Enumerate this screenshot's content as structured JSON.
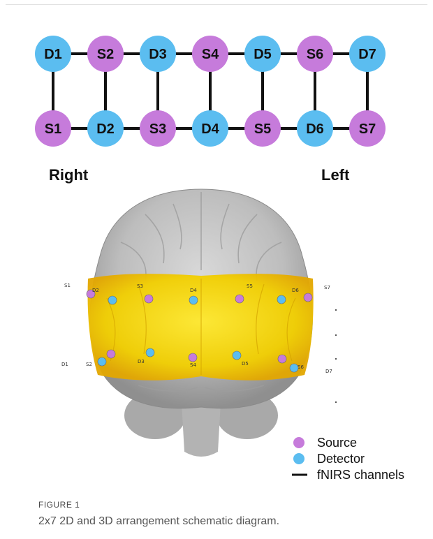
{
  "colors": {
    "source": "#c67bdb",
    "detector": "#5bbdf0",
    "channel": "#111111",
    "cortex": "#f3d400",
    "brain": "#b9b9b9"
  },
  "schematic": {
    "top_row": [
      {
        "label": "D1",
        "type": "detector"
      },
      {
        "label": "S2",
        "type": "source"
      },
      {
        "label": "D3",
        "type": "detector"
      },
      {
        "label": "S4",
        "type": "source"
      },
      {
        "label": "D5",
        "type": "detector"
      },
      {
        "label": "S6",
        "type": "source"
      },
      {
        "label": "D7",
        "type": "detector"
      }
    ],
    "bottom_row": [
      {
        "label": "S1",
        "type": "source"
      },
      {
        "label": "D2",
        "type": "detector"
      },
      {
        "label": "S3",
        "type": "source"
      },
      {
        "label": "D4",
        "type": "detector"
      },
      {
        "label": "S5",
        "type": "source"
      },
      {
        "label": "D6",
        "type": "detector"
      },
      {
        "label": "S7",
        "type": "source"
      }
    ]
  },
  "side_labels": {
    "right": "Right",
    "left": "Left"
  },
  "brain_markers": [
    {
      "label": "S1",
      "type": "source"
    },
    {
      "label": "D2",
      "type": "detector"
    },
    {
      "label": "S3",
      "type": "source"
    },
    {
      "label": "D4",
      "type": "detector"
    },
    {
      "label": "S5",
      "type": "source"
    },
    {
      "label": "D6",
      "type": "detector"
    },
    {
      "label": "S7",
      "type": "source"
    },
    {
      "label": "D1",
      "type": "detector"
    },
    {
      "label": "S2",
      "type": "source"
    },
    {
      "label": "D3",
      "type": "detector"
    },
    {
      "label": "S4",
      "type": "source"
    },
    {
      "label": "D5",
      "type": "detector"
    },
    {
      "label": "S6",
      "type": "source"
    },
    {
      "label": "D7",
      "type": "detector"
    }
  ],
  "legend": {
    "source": "Source",
    "detector": "Detector",
    "channels": "fNIRS channels"
  },
  "caption": {
    "label": "FIGURE 1",
    "text": "2x7 2D and 3D arrangement schematic diagram."
  }
}
